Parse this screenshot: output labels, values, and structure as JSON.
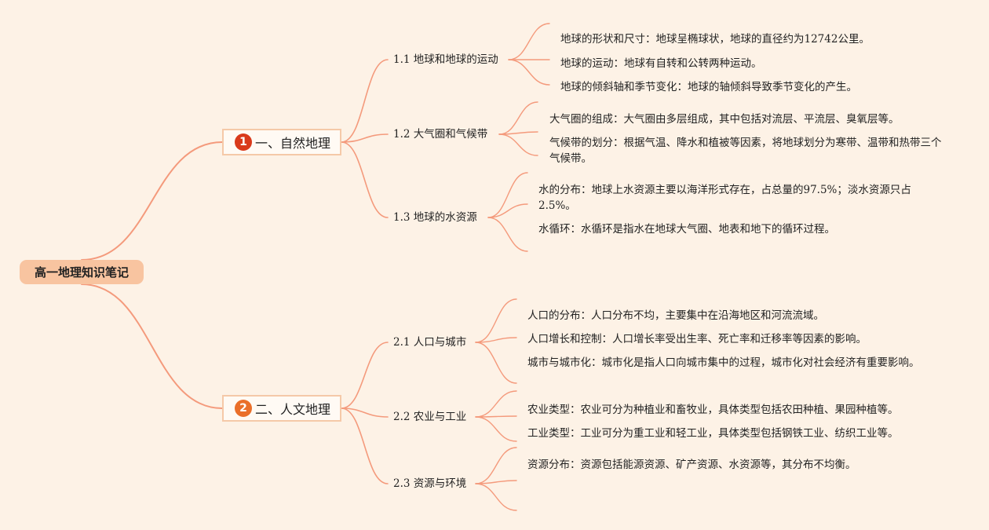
{
  "root": {
    "label": "高一地理知识笔记"
  },
  "colors": {
    "line": "#f49a7c",
    "badge1": "#d93a1b",
    "badge2": "#ea6f2a",
    "root_bg": "#f8c4a0",
    "bg": "#fdf2e6"
  },
  "branches": [
    {
      "number": "1",
      "label": "一、自然地理",
      "subs": [
        {
          "label": "1.1 地球和地球的运动",
          "leaves": [
            "地球的形状和尺寸：地球呈椭球状，地球的直径约为12742公里。",
            "地球的运动：地球有自转和公转两种运动。",
            "地球的倾斜轴和季节变化：地球的轴倾斜导致季节变化的产生。"
          ]
        },
        {
          "label": "1.2 大气圈和气候带",
          "leaves": [
            "大气圈的组成：大气圈由多层组成，其中包括对流层、平流层、臭氧层等。",
            "气候带的划分：根据气温、降水和植被等因素，将地球划分为寒带、温带和热带三个气候带。"
          ]
        },
        {
          "label": "1.3 地球的水资源",
          "leaves": [
            "水的分布：地球上水资源主要以海洋形式存在，占总量的97.5%；淡水资源只占2.5%。",
            "水循环：水循环是指水在地球大气圈、地表和地下的循环过程。"
          ]
        }
      ]
    },
    {
      "number": "2",
      "label": "二、人文地理",
      "subs": [
        {
          "label": "2.1 人口与城市",
          "leaves": [
            "人口的分布：人口分布不均，主要集中在沿海地区和河流流域。",
            "人口增长和控制：人口增长率受出生率、死亡率和迁移率等因素的影响。",
            "城市与城市化：城市化是指人口向城市集中的过程，城市化对社会经济有重要影响。"
          ]
        },
        {
          "label": "2.2 农业与工业",
          "leaves": [
            "农业类型：农业可分为种植业和畜牧业，具体类型包括农田种植、果园种植等。",
            "工业类型：工业可分为重工业和轻工业，具体类型包括钢铁工业、纺织工业等。"
          ]
        },
        {
          "label": "2.3 资源与环境",
          "leaves": [
            "资源分布：资源包括能源资源、矿产资源、水资源等，其分布不均衡。"
          ]
        }
      ]
    }
  ]
}
